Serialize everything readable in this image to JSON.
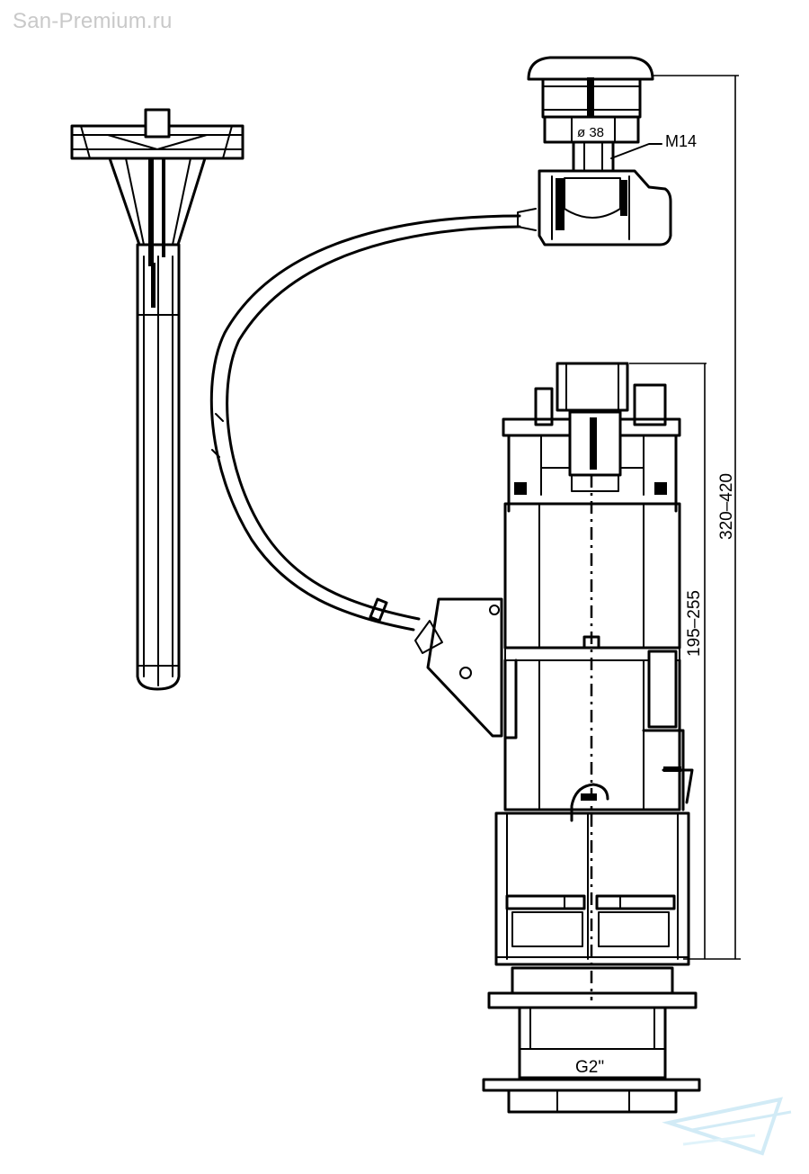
{
  "watermark": "San-Premium.ru",
  "labels": {
    "diameter": "ø 38",
    "thread": "M14",
    "height_total": "320–420",
    "height_body": "195–255",
    "connection": "G2\""
  },
  "colors": {
    "line": "#000000",
    "background": "#ffffff",
    "watermark": "#c9c9c9",
    "logo": "#bfe3f3"
  }
}
